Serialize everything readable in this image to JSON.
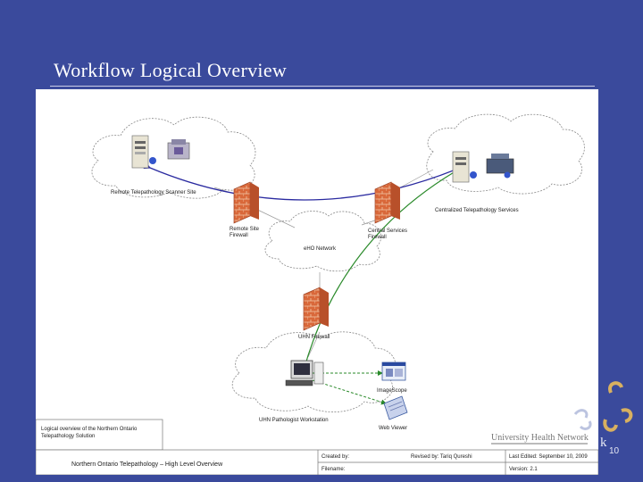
{
  "slide": {
    "title": "Workflow Logical Overview",
    "page_number": "10",
    "side_text": "k"
  },
  "diagram": {
    "nodes": {
      "remote_site": "Remote Telepathology Scanner Site",
      "central": "Centralized Telepathology Services",
      "remote_firewall": "Remote Site\nFirewall",
      "central_firewall": "Central Services\nFirewall",
      "eho": "eHO Network",
      "uhn_firewall": "UHN Firewall",
      "workstation": "UHN Pathologist Workstation",
      "image_scope": "ImageScope",
      "web_viewer": "Web Viewer"
    },
    "footer": {
      "description": "Logical overview of the Northern Ontario Telepathology Solution",
      "main_title": "Northern Ontario Telepathology – High Level Overview",
      "created_by": "Created by:",
      "revised_by": "Revised by: Tariq Qureshi",
      "last_edited": "Last Edited: September 10, 2009",
      "filename": "Filename:",
      "version": "Version: 2.1"
    },
    "logo": "University Health Network"
  }
}
